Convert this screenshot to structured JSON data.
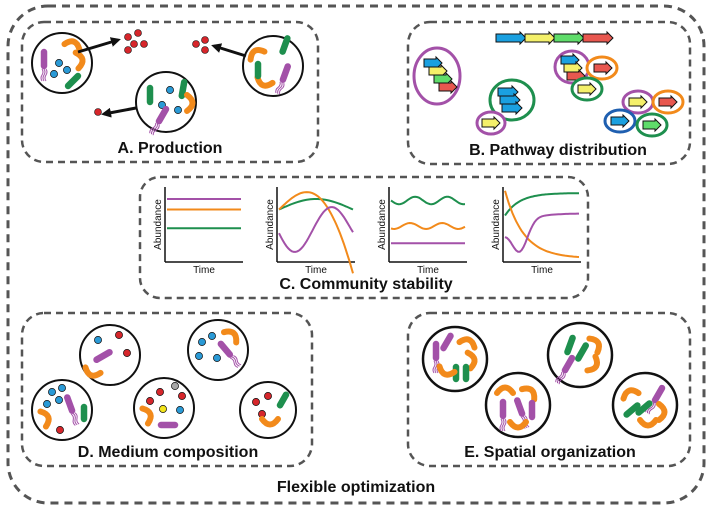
{
  "title": "Flexible optimization",
  "panels": {
    "a": {
      "label": "A. Production"
    },
    "b": {
      "label": "B. Pathway distribution"
    },
    "c": {
      "label": "C. Community stability",
      "x_axis_label": "Time",
      "y_axis_label": "Abundance"
    },
    "d": {
      "label": "D. Medium composition"
    },
    "e": {
      "label": "E. Spatial organization"
    }
  },
  "colors": {
    "purple": "#a351a8",
    "orange": "#f28a1b",
    "green": "#1e8f4e",
    "blue": "#2a9ad6",
    "red": "#d6262b",
    "gray": "#a6a6a6",
    "yellow": "#f2e41a",
    "pathway_blue": "#1aa0e0",
    "pathway_yellow": "#f4f06a",
    "pathway_green": "#5fdc6a",
    "pathway_red": "#e8574f",
    "frame": "#555555"
  }
}
